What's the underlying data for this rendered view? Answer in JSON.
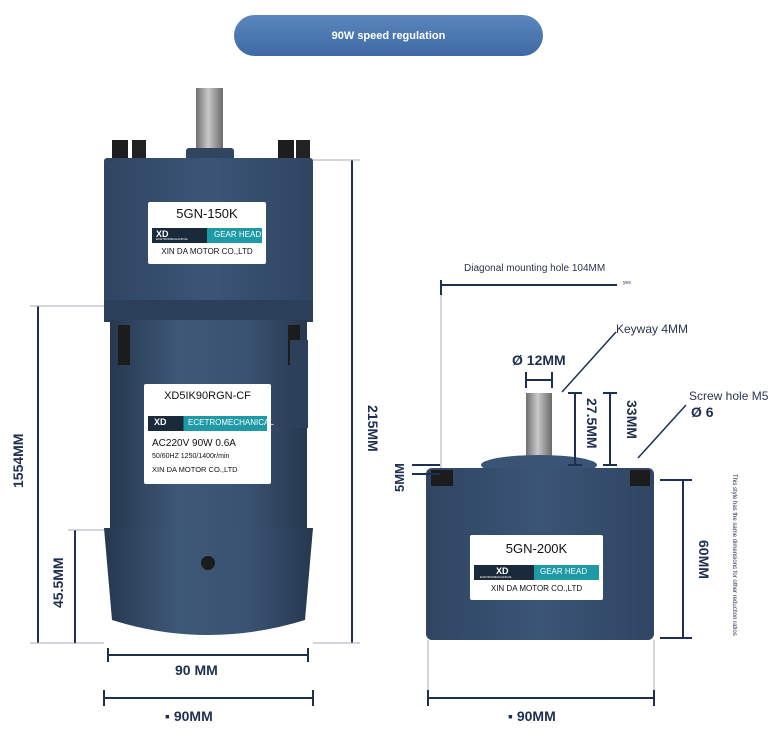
{
  "banner": {
    "text": "90W speed regulation"
  },
  "colors": {
    "motor_body": "#364e6e",
    "motor_dark": "#2a3f5a",
    "shaft": "#8a8a8a",
    "dimension_line": "#1f2f4f",
    "banner": "#4a76b0"
  },
  "left_motor": {
    "gear_plate": {
      "model": "5GN-150K",
      "brand": "XD",
      "type": "GEAR HEAD",
      "sub": "ECETROMECHANICAL",
      "company": "XIN DA MOTOR CO.,LTD"
    },
    "motor_plate": {
      "model": "XD5IK90RGN-CF",
      "brand": "XD",
      "type": "ECETROMECHANICAL",
      "spec1": "AC220V  90W  0.6A",
      "spec2": "50/60HZ  1250/1400r/min",
      "company": "XIN DA MOTOR CO.,LTD"
    },
    "dims": {
      "total_height": "215MM",
      "motor_height": "1554MM",
      "bottom_height": "45.5MM",
      "body_width": "90 MM",
      "flange_width": "▪ 90MM"
    }
  },
  "right_motor": {
    "gear_plate": {
      "model": "5GN-200K",
      "brand": "XD",
      "type": "GEAR HEAD",
      "sub": "ECETROMECHANICAL",
      "company": "XIN DA MOTOR CO.,LTD"
    },
    "dims": {
      "diagonal_hole": "Diagonal mounting hole 104MM",
      "yes_note": "yes",
      "keyway": "Keyway 4MM",
      "shaft_dia": "Ø 12MM",
      "shaft_len": "27.5MM",
      "total_shaft": "33MM",
      "screw_hole": "Screw hole M5",
      "screw_dia": "Ø 6",
      "boss": "5MM",
      "height": "60MM",
      "width": "▪ 90MM",
      "note": "This style has the same dimensions for other reduction ratios"
    }
  }
}
